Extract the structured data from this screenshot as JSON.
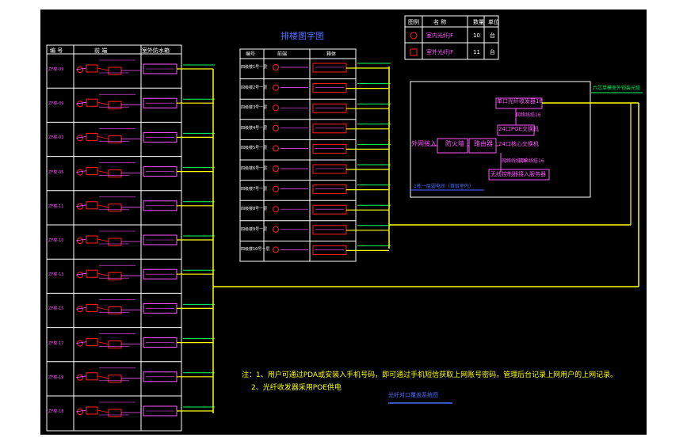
{
  "drawing": {
    "title": "排楼图字图",
    "bottom_title": "光纤对口覆盖系统图"
  },
  "legend": {
    "headers": [
      "图例",
      "名 称",
      "数量",
      "单位"
    ],
    "rows": [
      {
        "icon": "red-circle-symbol",
        "name": "室内光纤JF",
        "qty": "10",
        "unit": "台"
      },
      {
        "icon": "red-square-symbol",
        "name": "室外光纤JF",
        "qty": "11",
        "unit": "台"
      }
    ]
  },
  "left_table": {
    "headers": [
      "编 号",
      "前 端",
      "室外防水箱"
    ],
    "rows": [
      {
        "id": "ZF楼-09"
      },
      {
        "id": "ZF楼-09"
      },
      {
        "id": "ZF楼-03"
      },
      {
        "id": "ZF楼-05"
      },
      {
        "id": "ZF楼-11"
      },
      {
        "id": "ZF楼-10"
      },
      {
        "id": "ZF楼-13"
      },
      {
        "id": "ZF楼-15"
      },
      {
        "id": "ZF楼-17"
      },
      {
        "id": "ZF楼-19"
      },
      {
        "id": "ZF楼-18"
      }
    ]
  },
  "mid_table": {
    "headers": [
      "编号",
      "前端",
      "箱体"
    ],
    "rows": [
      {
        "id": "四级楼1号一层"
      },
      {
        "id": "四级楼2号一层"
      },
      {
        "id": "四级楼3号一层"
      },
      {
        "id": "四级楼4号一层"
      },
      {
        "id": "四级楼5号一层"
      },
      {
        "id": "四级楼6号一层"
      },
      {
        "id": "四级楼7号一层"
      },
      {
        "id": "四级楼8号一层"
      },
      {
        "id": "四级楼9号一层"
      },
      {
        "id": "四级楼10号一层"
      }
    ]
  },
  "network": {
    "inlet": "外网接入",
    "firewall": "防火墙",
    "router": "路由器",
    "core_switch": "24口核心交换机",
    "server": "单口光纤收发器16",
    "optical_cable": "网络线缆16",
    "poe_switch": "24口POE交换机",
    "net_cable": "网络线缆16",
    "wireless": "无线控制器接入服务器",
    "net_cable2": "网络线缆16",
    "room_label": "1栋一层弱电间（首层室内）",
    "fiber_label": "六芯单模室外铠装光缆"
  },
  "notes": [
    "注：1、用户可通过PDA或安装入手机号码，即可通过手机短信获取上网账号密码，管理后台记录上网用户的上网记录。",
    "2、光纤收发器采用POE供电"
  ]
}
